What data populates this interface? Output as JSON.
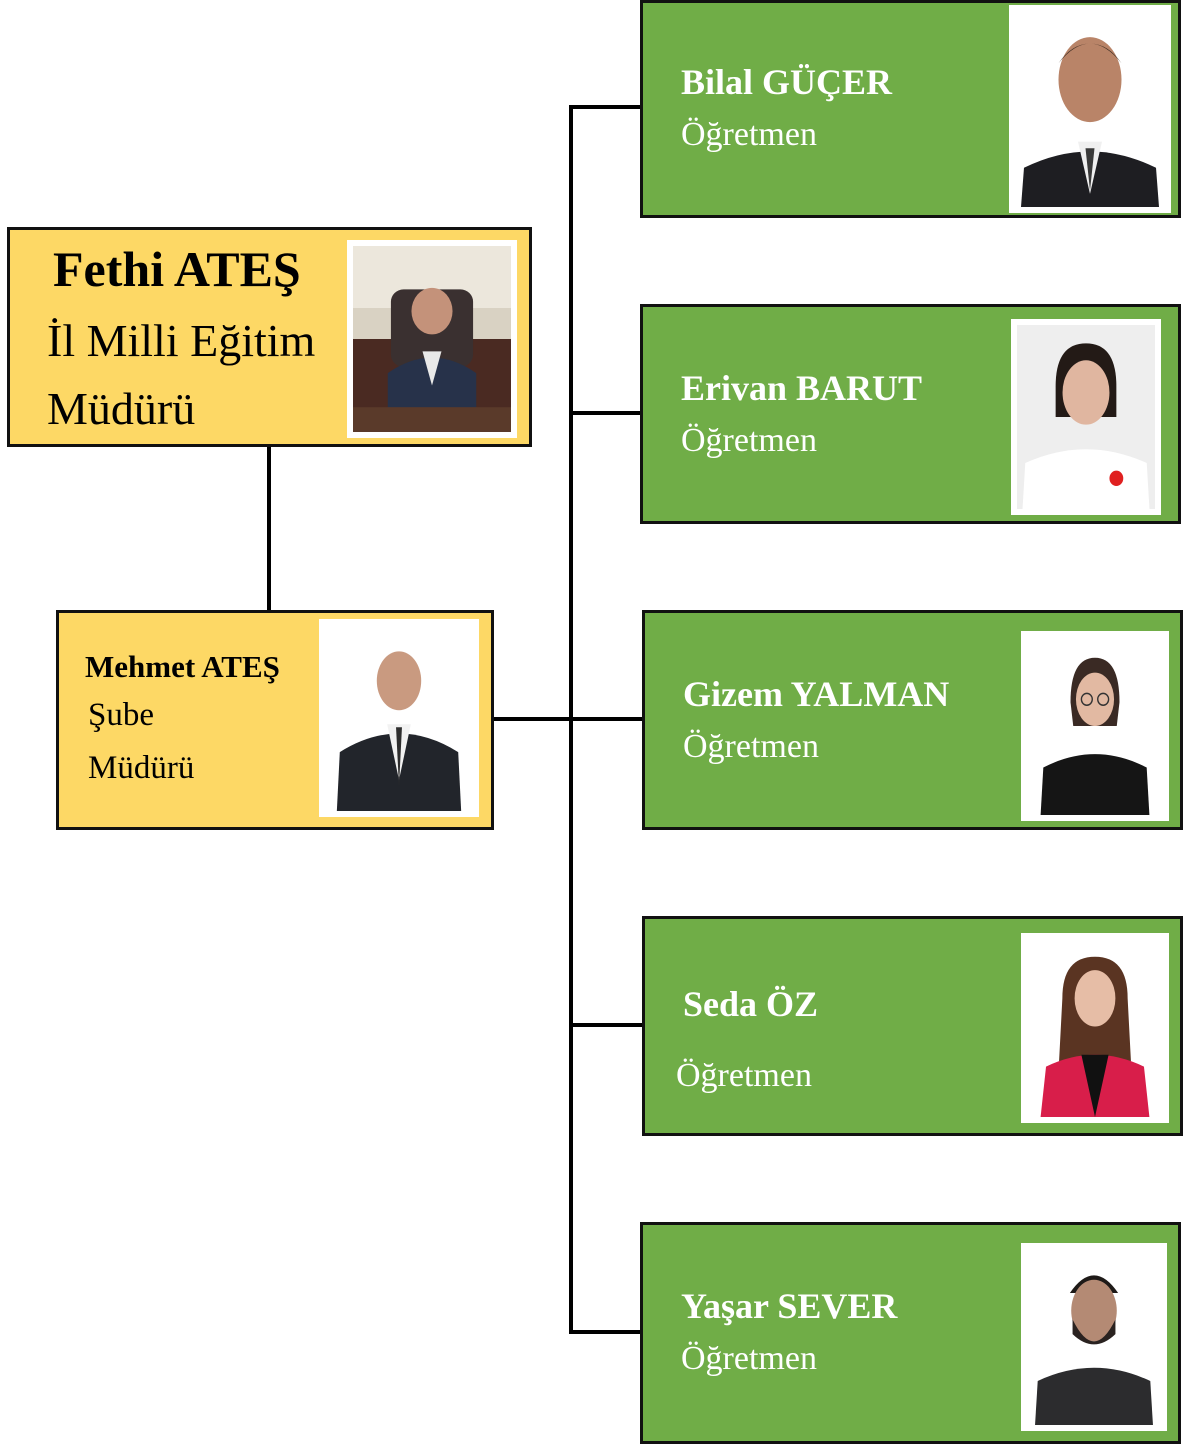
{
  "director": {
    "name": "Fethi ATEŞ",
    "title_line1": "İl Milli Eğitim",
    "title_line2": "Müdürü",
    "photo_icon": "person-photo-suit-office"
  },
  "branch_manager": {
    "name": "Mehmet ATEŞ",
    "title_line1": "Şube",
    "title_line2": "Müdürü",
    "photo_icon": "person-photo-suit"
  },
  "staff": [
    {
      "name": "Bilal GÜÇER",
      "role": "Öğretmen",
      "photo_icon": "person-photo-man"
    },
    {
      "name": "Erivan BARUT",
      "role": "Öğretmen",
      "photo_icon": "person-photo-woman"
    },
    {
      "name": "Gizem YALMAN",
      "role": "Öğretmen",
      "photo_icon": "person-photo-woman"
    },
    {
      "name": "Seda ÖZ",
      "role": "Öğretmen",
      "photo_icon": "person-photo-woman"
    },
    {
      "name": "Yaşar SEVER",
      "role": "Öğretmen",
      "photo_icon": "person-photo-man"
    }
  ],
  "colors": {
    "manager_box": "#fdd865",
    "staff_box": "#70ad47",
    "connector": "#000000"
  }
}
